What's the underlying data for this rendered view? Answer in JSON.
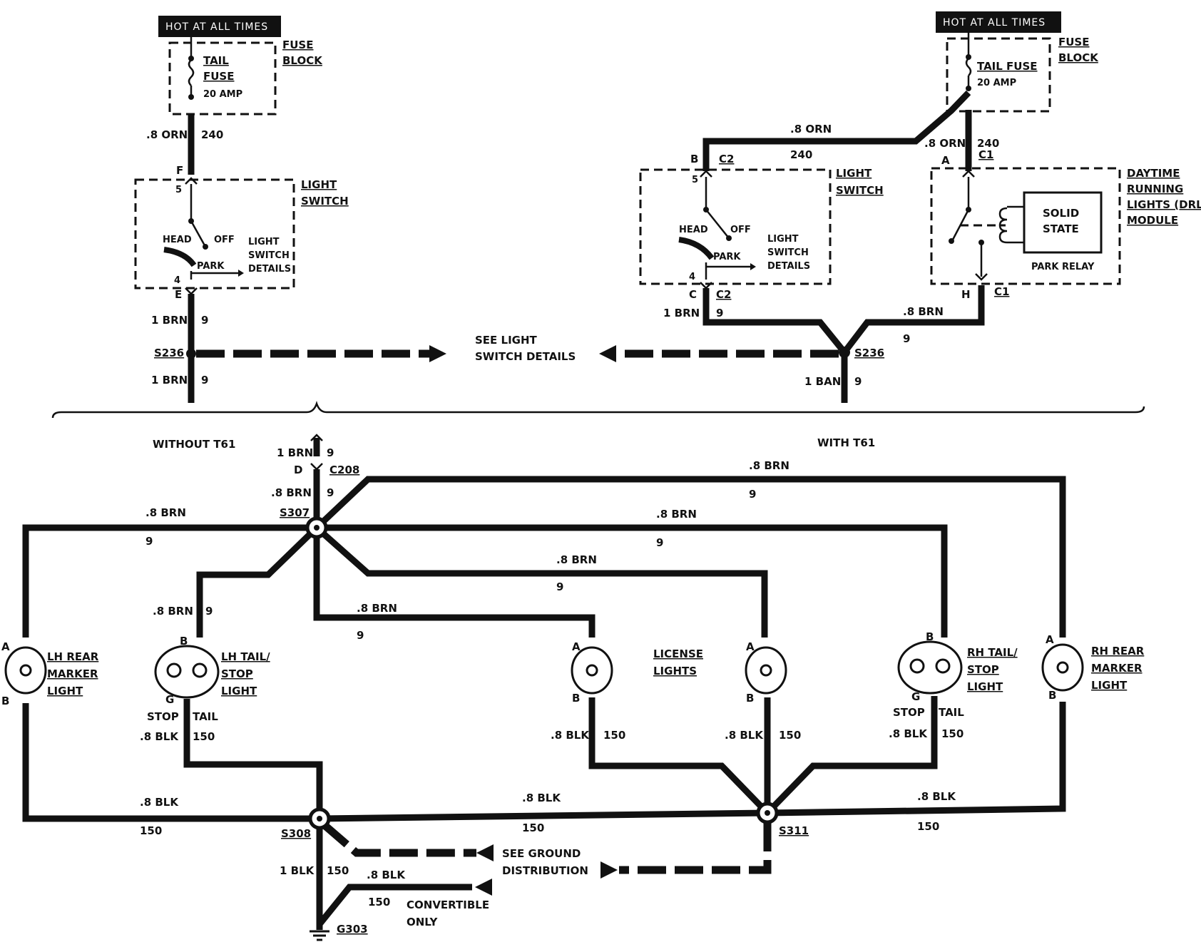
{
  "hot_at_all_times": "HOT AT ALL TIMES",
  "fuse_block": [
    "FUSE",
    "BLOCK"
  ],
  "tail_fuse": [
    "TAIL",
    "FUSE"
  ],
  "tail_fuse_single": "TAIL FUSE",
  "amp": "20 AMP",
  "light_switch": [
    "LIGHT",
    "SWITCH"
  ],
  "switch_details": [
    "LIGHT",
    "SWITCH",
    "DETAILS"
  ],
  "head": "HEAD",
  "off": "OFF",
  "park": "PARK",
  "see_light_switch_details": [
    "SEE LIGHT",
    "SWITCH DETAILS"
  ],
  "drl_module": [
    "DAYTIME",
    "RUNNING",
    "LIGHTS (DRL)",
    "MODULE"
  ],
  "solid_state": [
    "SOLID",
    "STATE"
  ],
  "park_relay": "PARK RELAY",
  "without_t61": "WITHOUT T61",
  "with_t61": "WITH T61",
  "wires": {
    "orn": ".8 ORN",
    "brn1": "1 BRN",
    "brn1_ban": "1 BAN",
    "brn8": ".8 BRN",
    "brn8_bbn": ".8 BRN",
    "blk8": ".8 BLK",
    "blk1": "1 BLK",
    "c240": "240",
    "c9": "9",
    "c150": "150"
  },
  "pins": {
    "F": "F",
    "E": "E",
    "five": "5",
    "four": "4",
    "A": "A",
    "B": "B",
    "C": "C",
    "D": "D",
    "G": "G",
    "H": "H"
  },
  "connectors": {
    "c1": "C1",
    "c2": "C2",
    "c208": "C208"
  },
  "splices": {
    "s236": "S236",
    "s307": "S307",
    "s308": "S308",
    "s311": "S311"
  },
  "ground": "G303",
  "lamps": {
    "lh_rear_marker": [
      "LH REAR",
      "MARKER",
      "LIGHT"
    ],
    "lh_tail_stop": [
      "LH TAIL/",
      "STOP",
      "LIGHT"
    ],
    "license": [
      "LICENSE",
      "LIGHTS"
    ],
    "rh_tail_stop": [
      "RH TAIL/",
      "STOP",
      "LIGHT"
    ],
    "rh_rear_marker": [
      "RH REAR",
      "MARKER",
      "LIGHT"
    ]
  },
  "stop": "STOP",
  "tail": "TAIL",
  "see_ground_distribution": [
    "SEE GROUND",
    "DISTRIBUTION"
  ],
  "convertible_only": [
    "CONVERTIBLE",
    "ONLY"
  ]
}
